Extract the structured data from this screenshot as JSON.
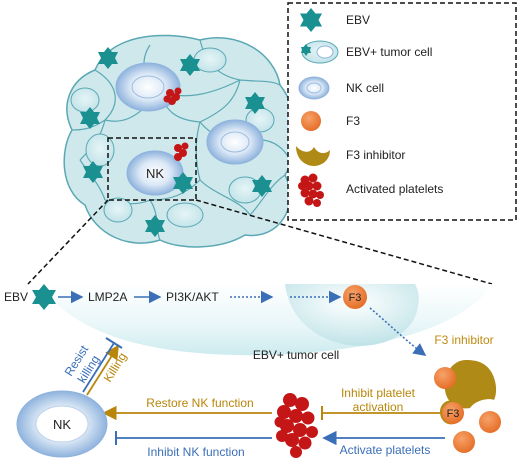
{
  "legend": {
    "items": [
      {
        "icon": "ebv-star-icon",
        "label": "EBV"
      },
      {
        "icon": "tumor-cell-icon",
        "label": "EBV+ tumor cell"
      },
      {
        "icon": "nk-cell-icon",
        "label": "NK cell"
      },
      {
        "icon": "f3-circle-icon",
        "label": "F3"
      },
      {
        "icon": "f3-inhibitor-icon",
        "label": "F3 inhibitor"
      },
      {
        "icon": "platelet-cluster-icon",
        "label": "Activated platelets"
      }
    ]
  },
  "tumor": {
    "nk_label": "NK"
  },
  "pathway": {
    "ebv": "EBV",
    "lmp2a": "LMP2A",
    "pi3k": "PI3K/AKT",
    "f3": "F3",
    "tumor_cell_label": "EBV+ tumor cell"
  },
  "lower": {
    "f3_inhibitor": "F3 inhibitor",
    "f3": "F3",
    "inhibit_activation_line1": "Inhibit platelet",
    "inhibit_activation_line2": "activation",
    "activate_platelets": "Activate platelets",
    "restore_nk": "Restore NK function",
    "inhibit_nk": "Inhibit NK function",
    "nk": "NK",
    "resist_line1": "Resist",
    "resist_line2": "killing",
    "killing": "Killing"
  },
  "colors": {
    "teal": "#1a9090",
    "orange": "#ee7f3a",
    "inhibitor": "#b08a16",
    "platelet": "#c41616",
    "blue": "#3a6fb8",
    "gold": "#b8860b",
    "cell_fill": "#cde9ee",
    "cell_stroke": "#5aa8b4"
  }
}
